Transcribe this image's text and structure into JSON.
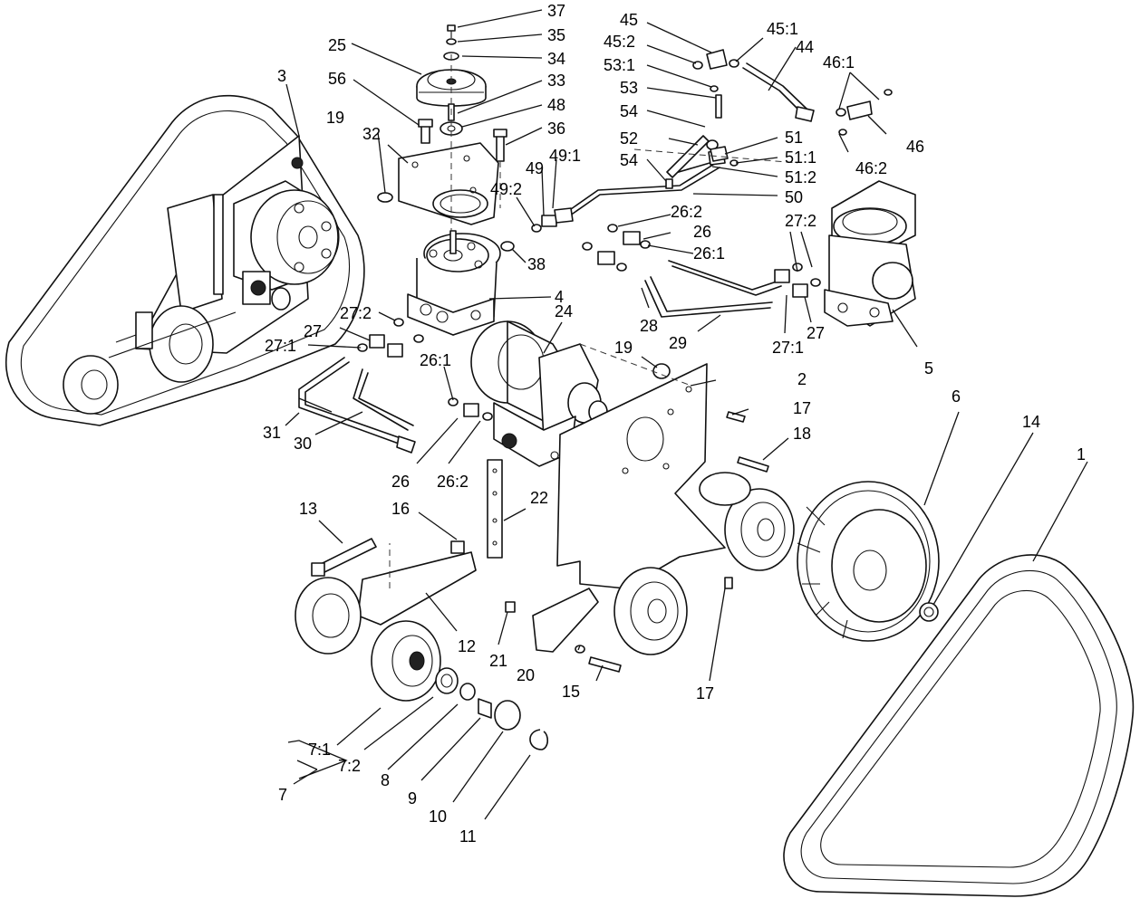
{
  "callouts": [
    {
      "id": "c1",
      "text": "1"
    },
    {
      "id": "c2",
      "text": "2"
    },
    {
      "id": "c3",
      "text": "3"
    },
    {
      "id": "c4",
      "text": "4"
    },
    {
      "id": "c5",
      "text": "5"
    },
    {
      "id": "c6",
      "text": "6"
    },
    {
      "id": "c7",
      "text": "7"
    },
    {
      "id": "c7_1",
      "text": "7:1"
    },
    {
      "id": "c7_2",
      "text": "7:2"
    },
    {
      "id": "c8",
      "text": "8"
    },
    {
      "id": "c9",
      "text": "9"
    },
    {
      "id": "c10",
      "text": "10"
    },
    {
      "id": "c11",
      "text": "11"
    },
    {
      "id": "c12",
      "text": "12"
    },
    {
      "id": "c13",
      "text": "13"
    },
    {
      "id": "c14",
      "text": "14"
    },
    {
      "id": "c15",
      "text": "15"
    },
    {
      "id": "c16",
      "text": "16"
    },
    {
      "id": "c17a",
      "text": "17"
    },
    {
      "id": "c17b",
      "text": "17"
    },
    {
      "id": "c18",
      "text": "18"
    },
    {
      "id": "c19a",
      "text": "19"
    },
    {
      "id": "c19b",
      "text": "19"
    },
    {
      "id": "c20",
      "text": "20"
    },
    {
      "id": "c21",
      "text": "21"
    },
    {
      "id": "c22",
      "text": "22"
    },
    {
      "id": "c24",
      "text": "24"
    },
    {
      "id": "c25",
      "text": "25"
    },
    {
      "id": "c26a",
      "text": "26"
    },
    {
      "id": "c26b",
      "text": "26"
    },
    {
      "id": "c26_1a",
      "text": "26:1"
    },
    {
      "id": "c26_1b",
      "text": "26:1"
    },
    {
      "id": "c26_2a",
      "text": "26:2"
    },
    {
      "id": "c26_2b",
      "text": "26:2"
    },
    {
      "id": "c27a",
      "text": "27"
    },
    {
      "id": "c27b",
      "text": "27"
    },
    {
      "id": "c27_1a",
      "text": "27:1"
    },
    {
      "id": "c27_1b",
      "text": "27:1"
    },
    {
      "id": "c27_2a",
      "text": "27:2"
    },
    {
      "id": "c27_2b",
      "text": "27:2"
    },
    {
      "id": "c28",
      "text": "28"
    },
    {
      "id": "c29",
      "text": "29"
    },
    {
      "id": "c30",
      "text": "30"
    },
    {
      "id": "c31",
      "text": "31"
    },
    {
      "id": "c32",
      "text": "32"
    },
    {
      "id": "c33",
      "text": "33"
    },
    {
      "id": "c34",
      "text": "34"
    },
    {
      "id": "c35",
      "text": "35"
    },
    {
      "id": "c36",
      "text": "36"
    },
    {
      "id": "c37",
      "text": "37"
    },
    {
      "id": "c38",
      "text": "38"
    },
    {
      "id": "c44",
      "text": "44"
    },
    {
      "id": "c45",
      "text": "45"
    },
    {
      "id": "c45_1",
      "text": "45:1"
    },
    {
      "id": "c45_2",
      "text": "45:2"
    },
    {
      "id": "c46",
      "text": "46"
    },
    {
      "id": "c46_1",
      "text": "46:1"
    },
    {
      "id": "c46_2",
      "text": "46:2"
    },
    {
      "id": "c48",
      "text": "48"
    },
    {
      "id": "c49",
      "text": "49"
    },
    {
      "id": "c49_1",
      "text": "49:1"
    },
    {
      "id": "c49_2",
      "text": "49:2"
    },
    {
      "id": "c50",
      "text": "50"
    },
    {
      "id": "c51",
      "text": "51"
    },
    {
      "id": "c51_1",
      "text": "51:1"
    },
    {
      "id": "c51_2",
      "text": "51:2"
    },
    {
      "id": "c52",
      "text": "52"
    },
    {
      "id": "c53",
      "text": "53"
    },
    {
      "id": "c53_1",
      "text": "53:1"
    },
    {
      "id": "c54a",
      "text": "54"
    },
    {
      "id": "c54b",
      "text": "54"
    },
    {
      "id": "c56",
      "text": "56"
    }
  ]
}
